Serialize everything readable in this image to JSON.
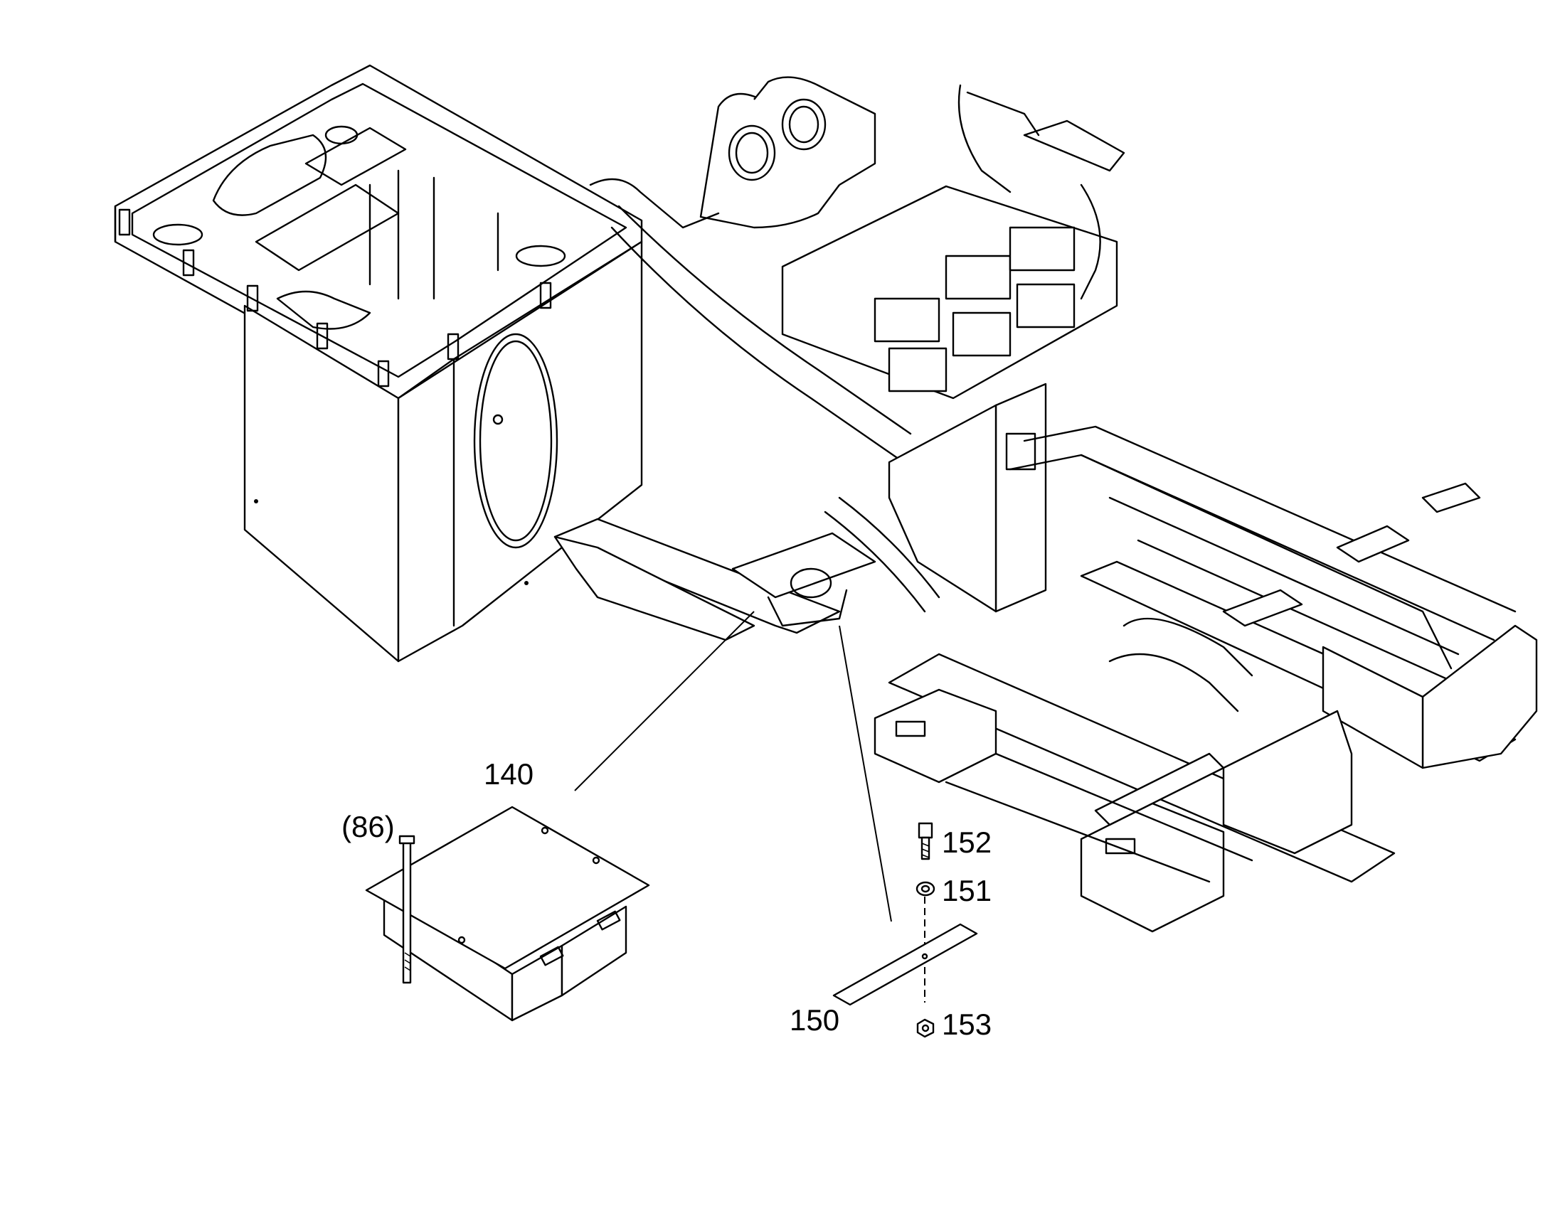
{
  "callouts": {
    "c140": "140",
    "c86": "(86)",
    "c152": "152",
    "c151": "151",
    "c153": "153",
    "c150": "150"
  }
}
